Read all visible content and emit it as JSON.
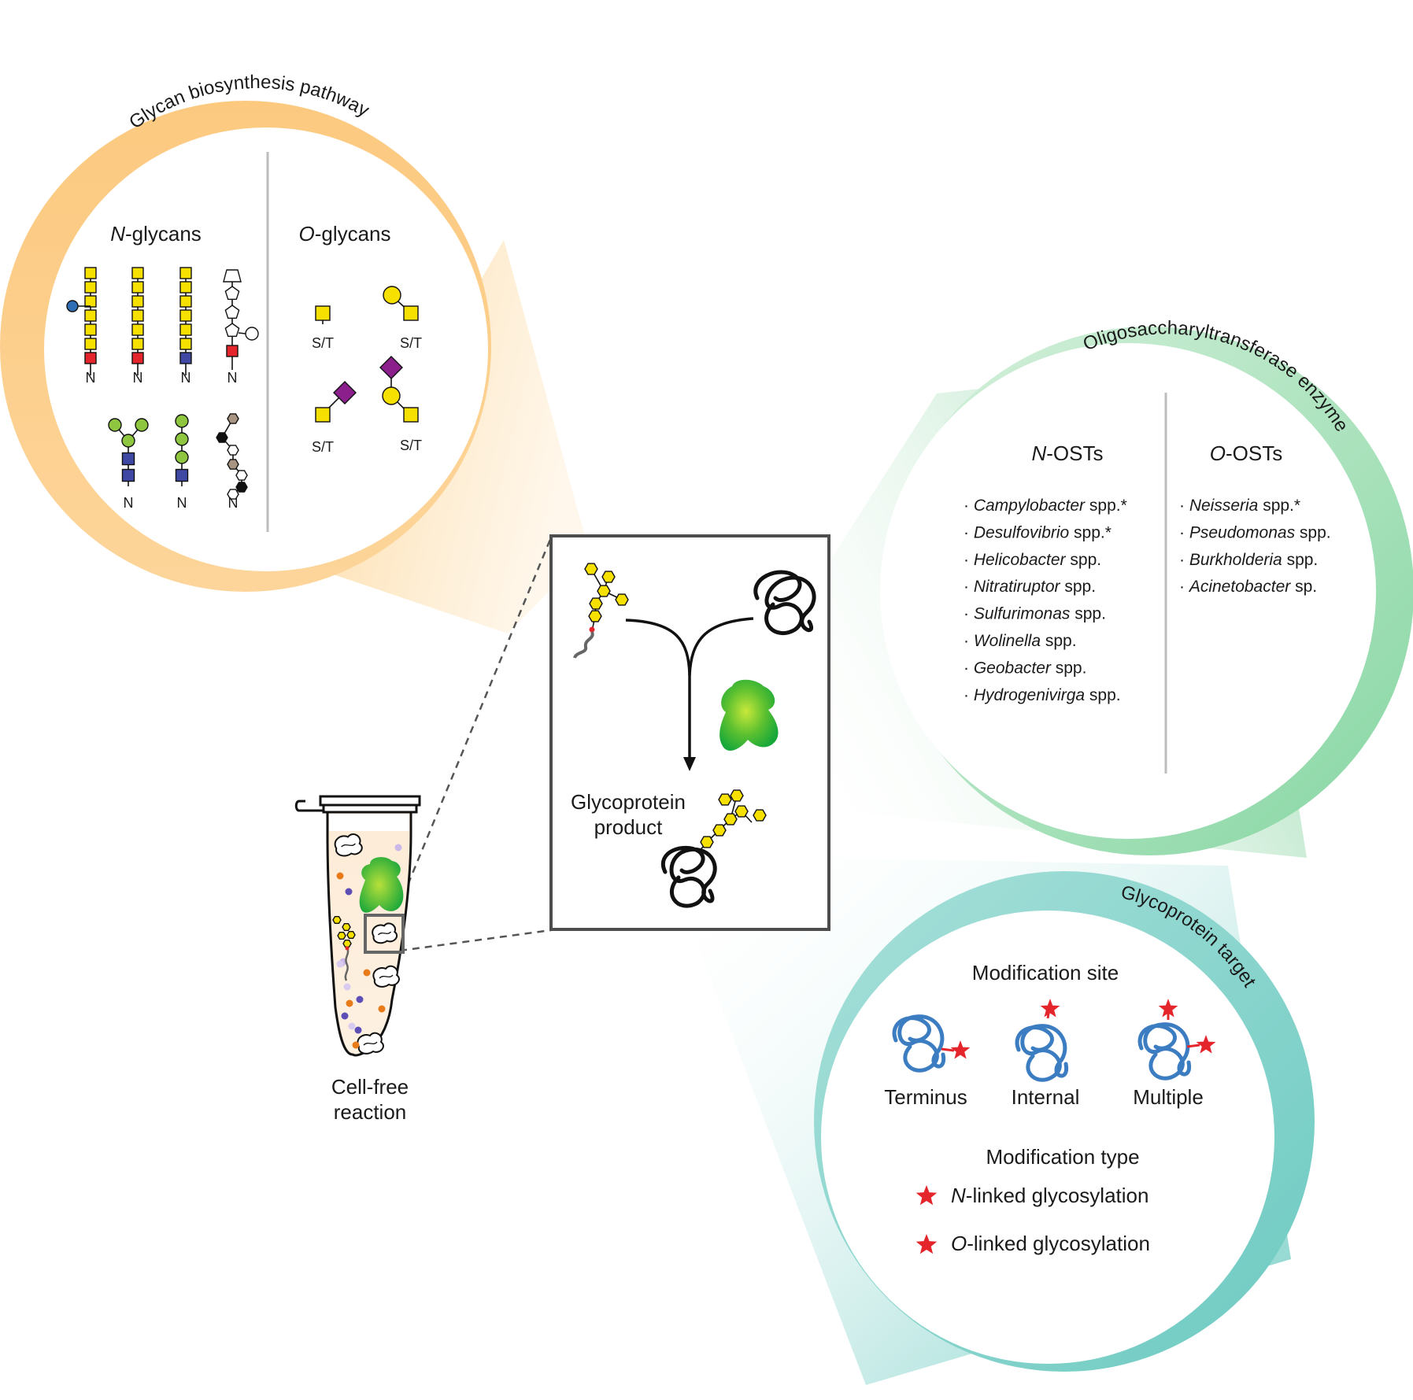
{
  "glycan_panel": {
    "arc_title": "Glycan biosynthesis pathway",
    "n_glycans": {
      "prefix": "N",
      "suffix": "-glycans",
      "site": "N"
    },
    "o_glycans": {
      "prefix": "O",
      "suffix": "-glycans",
      "site": "S/T"
    }
  },
  "ost_panel": {
    "arc_title": "Oligosaccharyltransferase enzyme",
    "n_osts": {
      "prefix": "N",
      "suffix": "-OSTs",
      "items": [
        {
          "genus": "Campylobacter",
          "rest": " spp.*"
        },
        {
          "genus": "Desulfovibrio",
          "rest": " spp.*"
        },
        {
          "genus": "Helicobacter",
          "rest": " spp."
        },
        {
          "genus": "Nitratiruptor",
          "rest": " spp."
        },
        {
          "genus": "Sulfurimonas",
          "rest": " spp."
        },
        {
          "genus": "Wolinella",
          "rest": " spp."
        },
        {
          "genus": "Geobacter",
          "rest": " spp."
        },
        {
          "genus": "Hydrogenivirga",
          "rest": " spp."
        }
      ]
    },
    "o_osts": {
      "prefix": "O",
      "suffix": "-OSTs",
      "items": [
        {
          "genus": "Neisseria",
          "rest": " spp.*"
        },
        {
          "genus": "Pseudomonas",
          "rest": " spp."
        },
        {
          "genus": "Burkholderia",
          "rest": " spp."
        },
        {
          "genus": "Acinetobacter",
          "rest": " sp."
        }
      ]
    },
    "bullet": "·"
  },
  "target_panel": {
    "arc_title": "Glycoprotein target",
    "site_title": "Modification site",
    "sites": [
      "Terminus",
      "Internal",
      "Multiple"
    ],
    "type_title": "Modification type",
    "types": [
      {
        "prefix": "N",
        "suffix": "-linked glycosylation"
      },
      {
        "prefix": "O",
        "suffix": "-linked glycosylation"
      }
    ]
  },
  "reaction_box": {
    "product_line1": "Glycoprotein",
    "product_line2": "product"
  },
  "tube": {
    "line1": "Cell-free",
    "line2": "reaction"
  },
  "colors": {
    "orange_ring": "#fcd08e",
    "green_ring": "#8fd9a8",
    "teal_ring": "#7fd1c9",
    "gal_yellow": "#f5e000",
    "fuc_red": "#e4262c",
    "glcnac_blue": "#3f48a3",
    "man_green": "#8ec63f",
    "neuac_purple": "#8b1f8b",
    "star_red": "#e4262c",
    "protein_blue": "#3c7dc2"
  }
}
